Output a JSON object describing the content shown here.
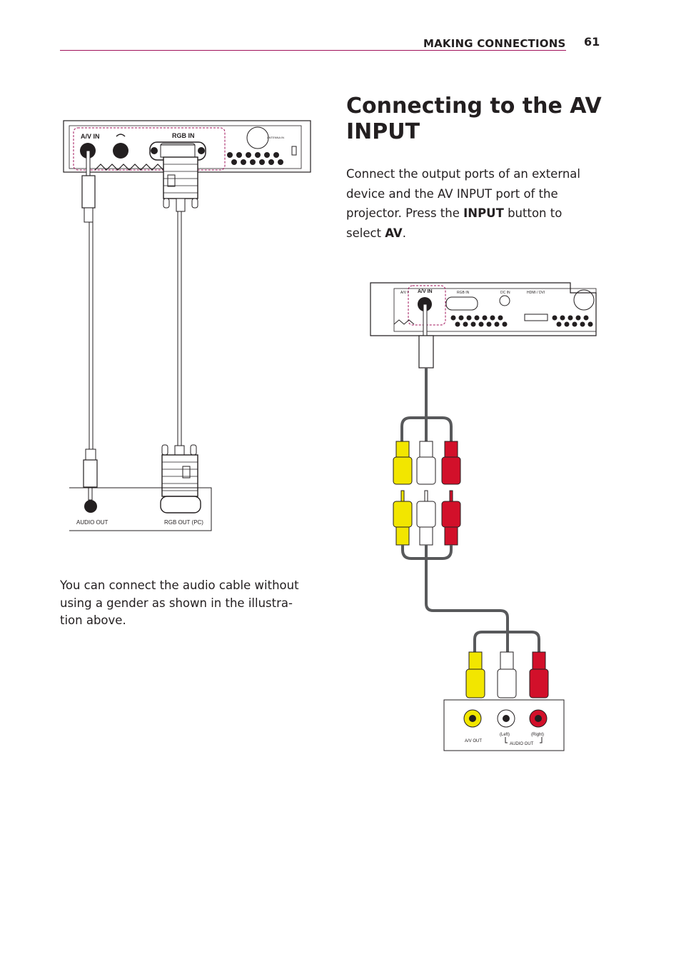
{
  "header": {
    "section": "MAKING CONNECTIONS",
    "page": "61"
  },
  "title": "Connecting to the AV INPUT",
  "intro": {
    "part1": "Connect the output ports of an external device and the AV INPUT port of the projector. Press the ",
    "bold1": "INPUT",
    "part2": " button to select ",
    "bold2": "AV",
    "part3": "."
  },
  "note": "You can connect the audio cable without using a gender as shown in the illustra-tion above.",
  "diagram_left": {
    "port_av": "A/V IN",
    "port_rgb": "RGB IN",
    "antenna": "ANTENNA IN",
    "audio_out": "AUDIO OUT",
    "rgb_out": "RGB OUT (PC)"
  },
  "diagram_right": {
    "port_av_small": "A/V I",
    "port_av": "A/V IN",
    "port_rgb": "RGB IN",
    "port_dc": "DC IN",
    "port_hdmi": "HDMI / DVI",
    "av_out": "A/V OUT",
    "left": "(Left)",
    "right": "(Right)",
    "audio_out": "AUDIO OUT"
  },
  "colors": {
    "accent": "#a0125a",
    "yellow": "#f2e600",
    "red": "#d2102a",
    "white_plug": "#ffffff"
  }
}
